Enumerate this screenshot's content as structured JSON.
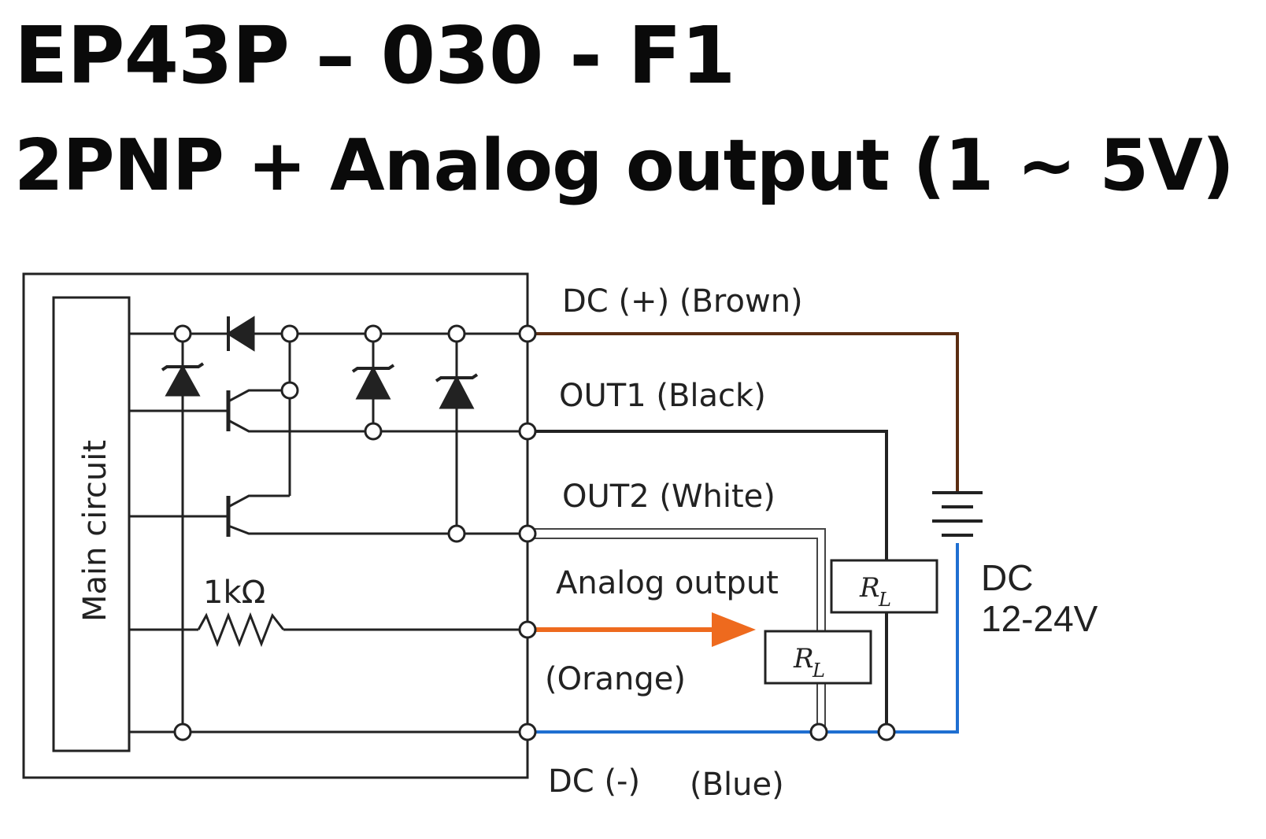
{
  "title": {
    "model": "EP43P – 030 - F1",
    "subtitle": "2PNP + Analog output (1 ~ 5V)"
  },
  "diagram": {
    "main_circuit": "Main circuit",
    "resistor": "1kΩ",
    "wires": {
      "dc_plus": "DC (+) (Brown)",
      "out1": "OUT1 (Black)",
      "out2": "OUT2 (White)",
      "analog_output": "Analog output",
      "analog_color": "(Orange)",
      "dc_minus_a": "DC (-)",
      "dc_minus_b": "(Blue)"
    },
    "load_label": "R",
    "load_sub": "L",
    "supply": {
      "line1": "DC",
      "line2": "12-24V"
    },
    "colors": {
      "brown": "#5b2d12",
      "blue": "#1f6fd1",
      "orange": "#ee6a1e",
      "black": "#222222"
    }
  }
}
